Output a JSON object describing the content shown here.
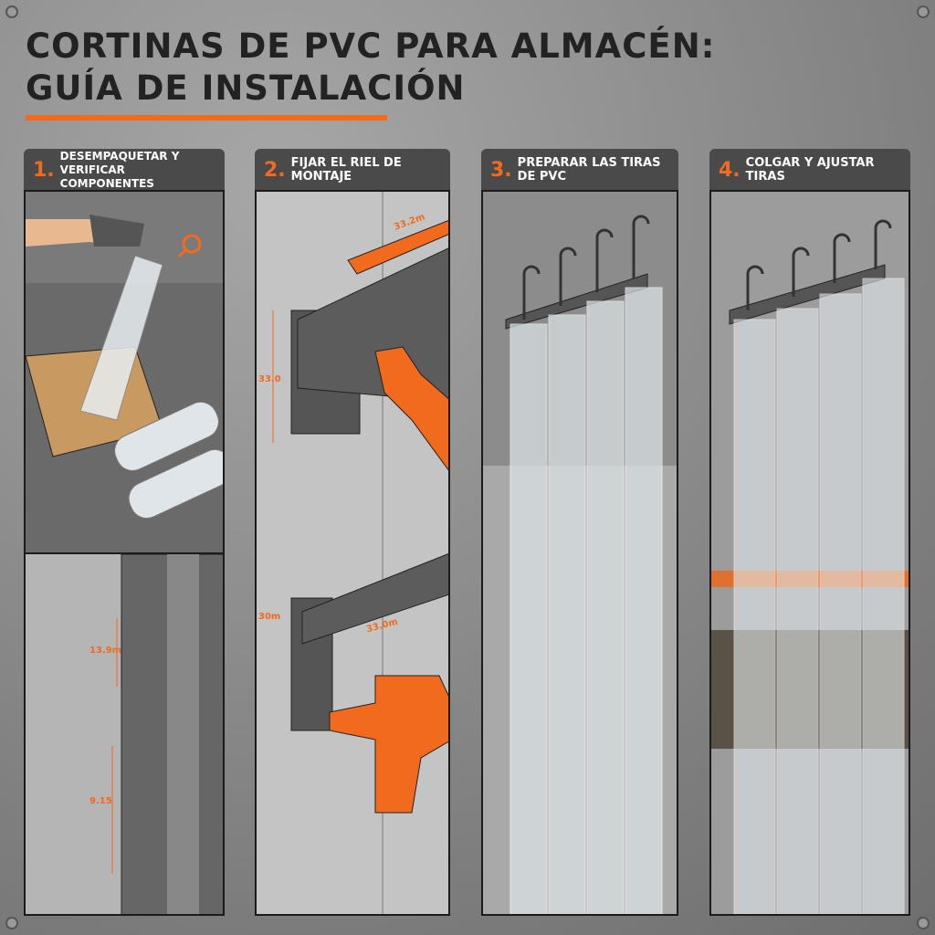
{
  "title": {
    "line1": "Cortinas de PVC para almacén:",
    "line2": "Guía de instalación"
  },
  "accent_color": "#f26a1e",
  "steps": [
    {
      "number": "1.",
      "label_line1": "Desempaquetar y",
      "label_line2": "verificar componentes"
    },
    {
      "number": "2.",
      "label": "Fijar el riel de montaje"
    },
    {
      "number": "3.",
      "label": "Preparar las tiras de PVC"
    },
    {
      "number": "4.",
      "label": "Colgar y ajustar tiras"
    }
  ],
  "dimensions": {
    "level": "33.2m",
    "bracket_height": "33.0",
    "lower_height": "30m",
    "rail_length": "33.0m",
    "detail_upper": "13.9m",
    "detail_lower": "9.15"
  },
  "icons": [
    "magnifier-icon",
    "drill-icon",
    "level-tool-icon",
    "hook-icon",
    "glove-hand-icon"
  ]
}
